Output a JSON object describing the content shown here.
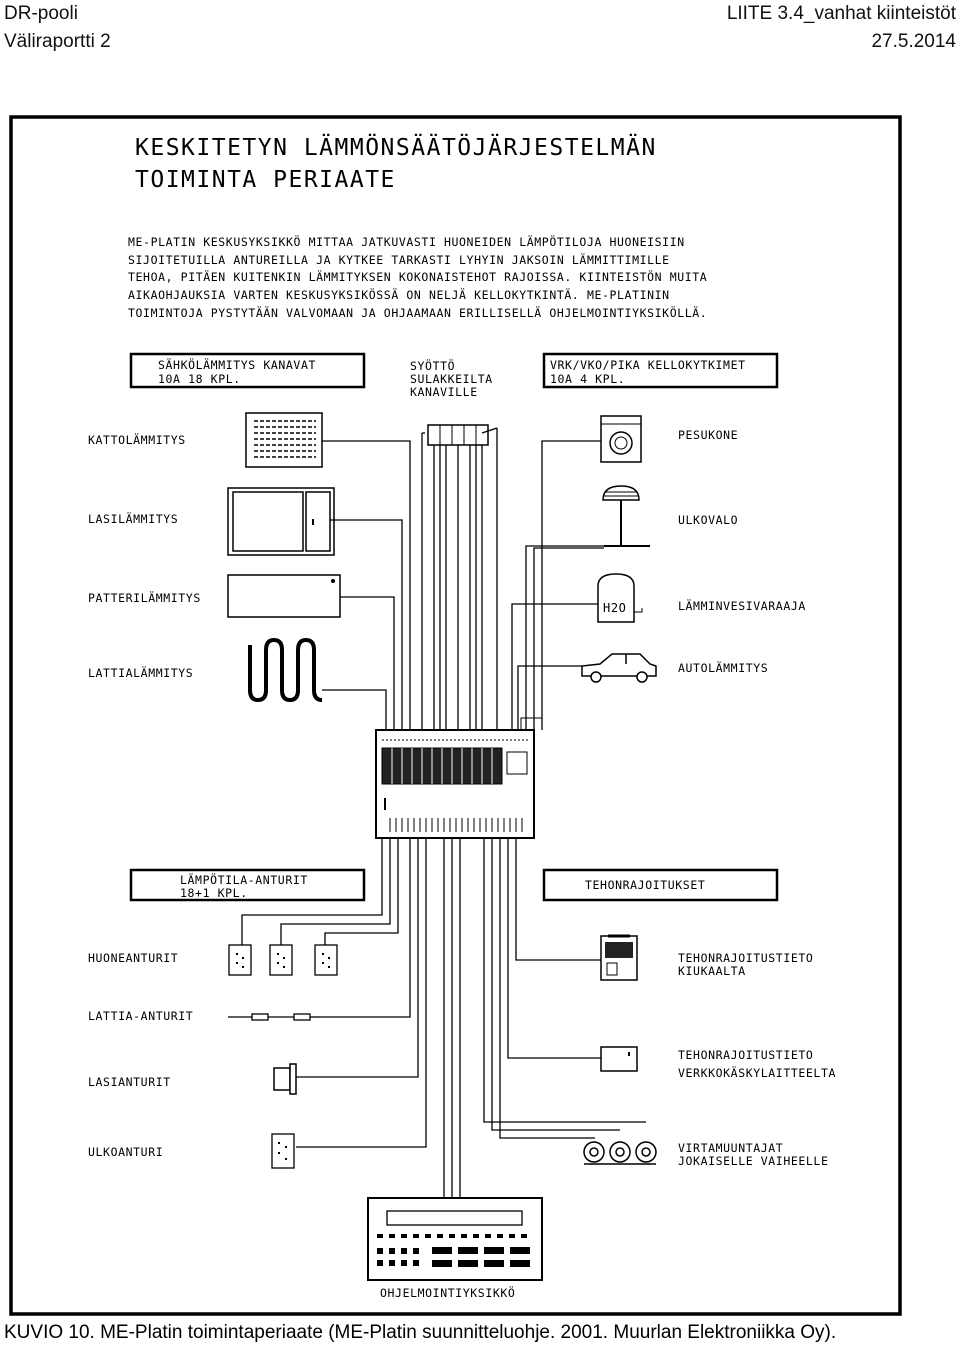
{
  "header": {
    "left_line1": "DR-pooli",
    "left_line2": "Väliraportti 2",
    "right_line1": "LIITE 3.4_vanhat kiinteistöt",
    "right_line2": "27.5.2014"
  },
  "diagram": {
    "title_line1": "KESKITETYN LÄMMÖNSÄÄTÖJÄRJESTELMÄN",
    "title_line2": "TOIMINTA PERIAATE",
    "description": [
      "ME-PLATIN KESKUSYKSIKKÖ MITTAA JATKUVASTI HUONEIDEN LÄMPÖTILOJA HUONEISIIN",
      "SIJOITETUILLA ANTUREILLA JA KYTKEE TARKASTI LYHYIN JAKSOIN LÄMMITTIMILLE",
      "TEHOA, PITÄEN KUITENKIN LÄMMITYKSEN KOKONAISTEHOT RAJOISSA. KIINTEISTÖN MUITA",
      "AIKAOHJAUKSIA VARTEN KESKUSYKSIKÖSSÄ ON NELJÄ KELLOKYTKINTÄ. ME-PLATININ",
      "TOIMINTOJA PYSTYTÄÄN VALVOMAAN JA OHJAAMAAN ERILLISELLÄ OHJELMOINTIYKSIKÖLLÄ."
    ],
    "box_heating_channels": {
      "line1": "SÄHKÖLÄMMITYS KANAVAT",
      "line2": "10A   18 KPL."
    },
    "fuses": {
      "line1": "SYÖTTÖ",
      "line2": "SULAKKEILTA",
      "line3": "KANAVILLE"
    },
    "box_clock_switches": {
      "line1": "VRK/VKO/PIKA KELLOKYTKIMET",
      "line2": "10A 4 KPL."
    },
    "left_loads": [
      "KATTOLÄMMITYS",
      "LASILÄMMITYS",
      "PATTERILÄMMITYS",
      "LATTIALÄMMITYS"
    ],
    "right_loads": [
      "PESUKONE",
      "ULKOVALO",
      "LÄMMINVESIVARAAJA",
      "AUTOLÄMMITYS"
    ],
    "boiler_label": "H2O",
    "box_sensors": {
      "line1": "LÄMPÖTILA-ANTURIT",
      "line2": "18+1 KPL."
    },
    "box_power_limits": {
      "line1": "TEHONRAJOITUKSET"
    },
    "sensors": [
      "HUONEANTURIT",
      "LATTIA-ANTURIT",
      "LASIANTURIT",
      "ULKOANTURI"
    ],
    "power_limit_sources": [
      {
        "line1": "TEHONRAJOITUSTIETO",
        "line2": "KIUKAALTA"
      },
      {
        "line1": "TEHONRAJOITUSTIETO",
        "line2": "VERKKOKÄSKYLAITTEELTA"
      },
      {
        "line1": "VIRTAMUUNTAJAT",
        "line2": "JOKAISELLE VAIHEELLE"
      }
    ],
    "programming_unit": "OHJELMOINTIYKSIKKÖ"
  },
  "caption": "KUVIO 10. ME-Platin toimintaperiaate (ME-Platin suunnitteluohje. 2001. Muurlan Elektroniikka Oy)."
}
